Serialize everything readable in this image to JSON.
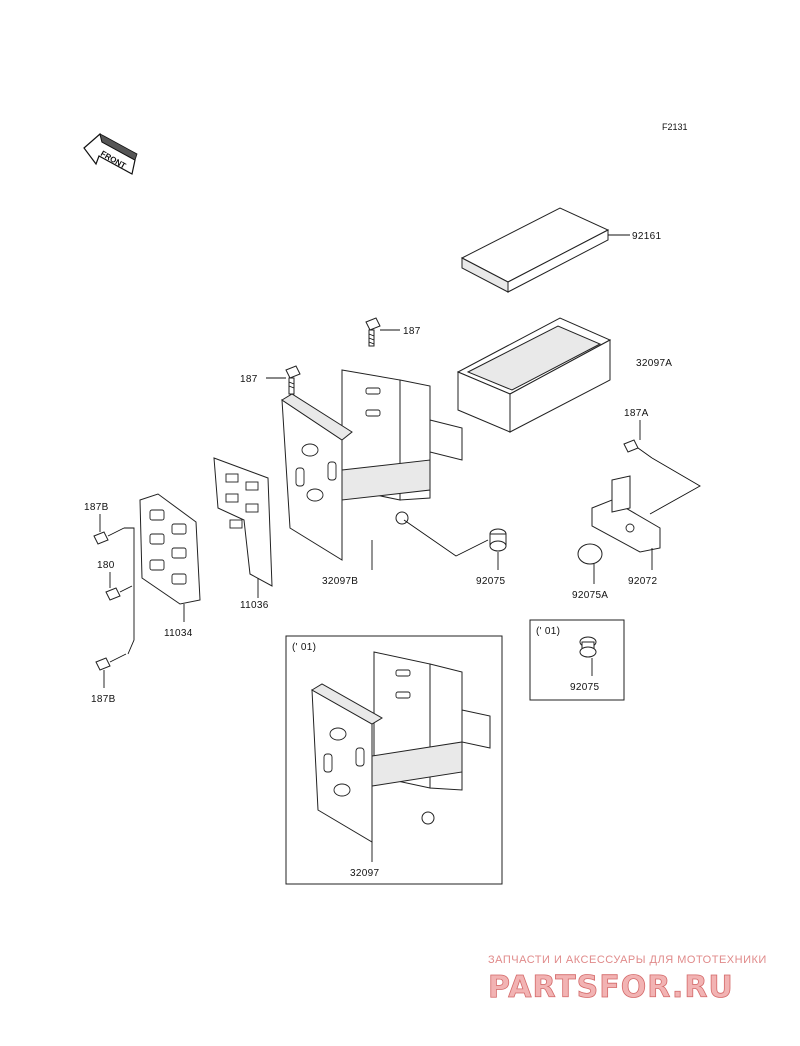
{
  "figure_ref": "F2131",
  "front_arrow_text": "FRONT",
  "variant_label_1": "(' 01)",
  "variant_label_2": "(' 01)",
  "parts": {
    "p92161": "92161",
    "p187_top": "187",
    "p187_left": "187",
    "p32097A": "32097A",
    "p187A": "187A",
    "p187B_top": "187B",
    "p180": "180",
    "p187B_bottom": "187B",
    "p11036": "11036",
    "p11034": "11034",
    "p32097B": "32097B",
    "p92075": "92075",
    "p92075A": "92075A",
    "p92072": "92072",
    "p92075_inset": "92075",
    "p32097": "32097"
  },
  "watermark": {
    "tagline": "ЗАПЧАСТИ И АКСЕССУАРЫ ДЛЯ МОТОТЕХНИКИ",
    "brand": "PARTSFOR.RU"
  }
}
